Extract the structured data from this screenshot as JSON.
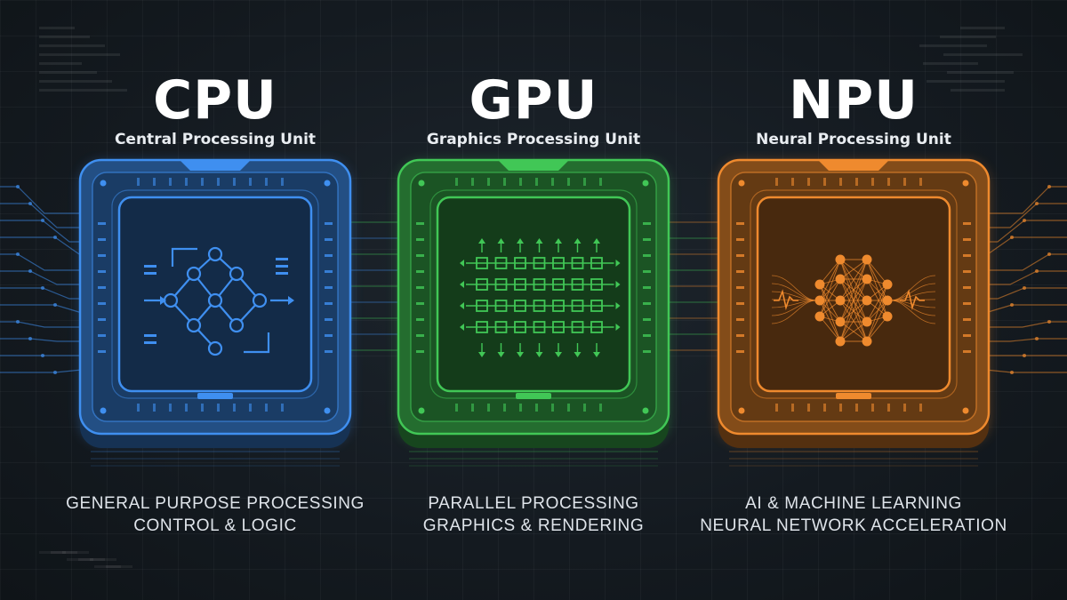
{
  "units": [
    {
      "acronym": "CPU",
      "name": "Central Processing Unit",
      "lines": [
        "GENERAL PURPOSE PROCESSING",
        "CONTROL & LOGIC"
      ],
      "color": "#3f8ff0",
      "icon": "control-flow-icon"
    },
    {
      "acronym": "GPU",
      "name": "Graphics Processing Unit",
      "lines": [
        "PARALLEL PROCESSING",
        "GRAPHICS & RENDERING"
      ],
      "color": "#41c756",
      "icon": "parallel-grid-icon"
    },
    {
      "acronym": "NPU",
      "name": "Neural Processing Unit",
      "lines": [
        "AI & MACHINE LEARNING",
        "NEURAL NETWORK ACCELERATION"
      ],
      "color": "#ef8a2e",
      "icon": "neural-network-icon"
    }
  ]
}
